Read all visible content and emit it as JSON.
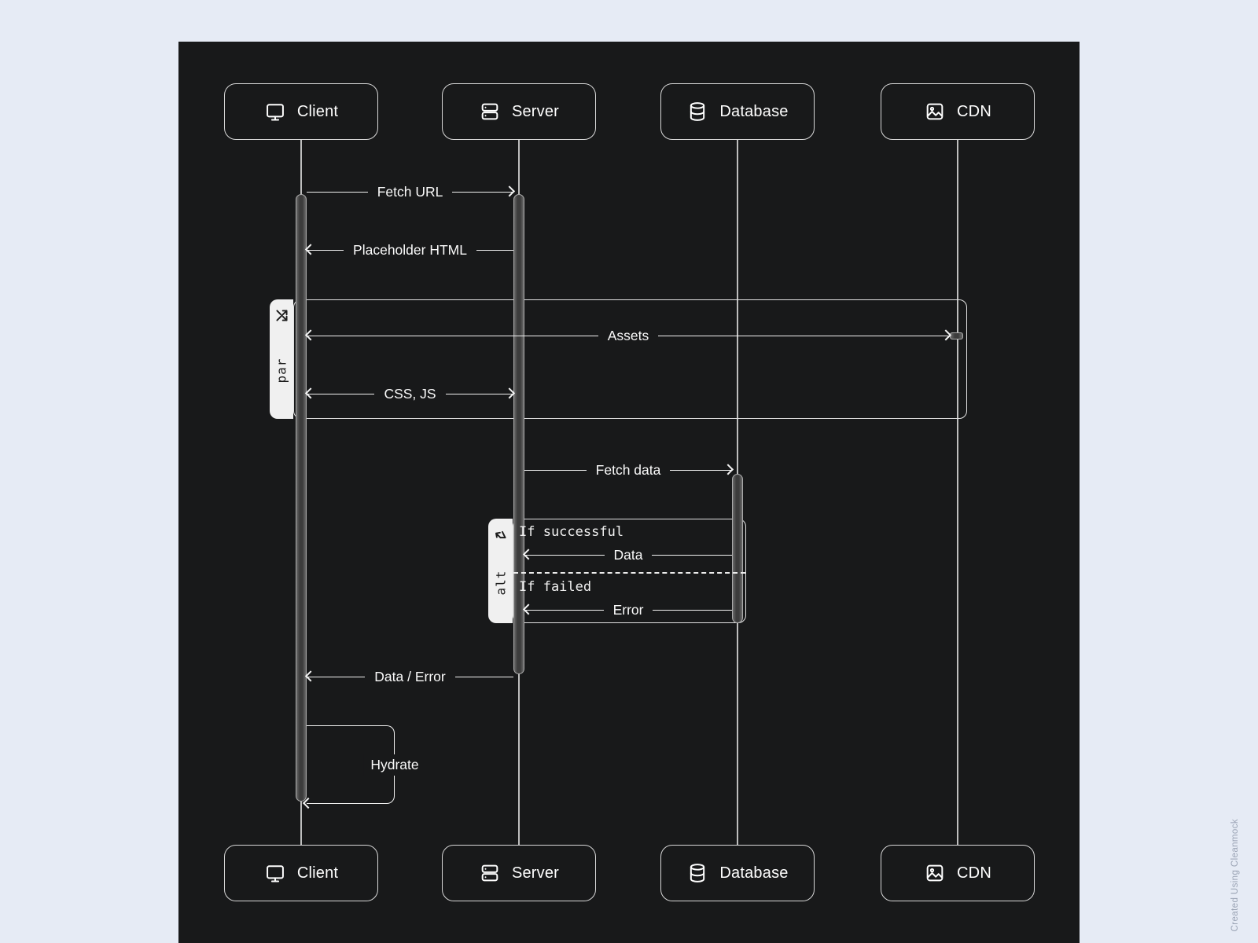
{
  "diagram_type": "sequence-diagram",
  "colors": {
    "page_bg": "#e6ebf5",
    "canvas_bg": "#18191a",
    "line": "#f2f2f2",
    "frame_tab_bg": "#f0f0f0",
    "activation_fill": "#3c3c3c",
    "watermark_text": "#9aa3b4"
  },
  "actors": [
    {
      "label": "Client",
      "icon": "monitor-icon"
    },
    {
      "label": "Server",
      "icon": "server-icon"
    },
    {
      "label": "Database",
      "icon": "database-icon"
    },
    {
      "label": "CDN",
      "icon": "image-icon"
    }
  ],
  "messages": {
    "fetch_url": {
      "label": "Fetch URL",
      "from": "Client",
      "to": "Server",
      "direction": "right"
    },
    "placeholder_html": {
      "label": "Placeholder HTML",
      "from": "Server",
      "to": "Client",
      "direction": "left"
    },
    "assets": {
      "label": "Assets",
      "from": "Client",
      "to": "CDN",
      "direction": "both"
    },
    "css_js": {
      "label": "CSS, JS",
      "from": "Client",
      "to": "Server",
      "direction": "both"
    },
    "fetch_data": {
      "label": "Fetch data",
      "from": "Server",
      "to": "Database",
      "direction": "right"
    },
    "data": {
      "label": "Data",
      "from": "Database",
      "to": "Server",
      "direction": "left"
    },
    "error": {
      "label": "Error",
      "from": "Database",
      "to": "Server",
      "direction": "left"
    },
    "data_error": {
      "label": "Data / Error",
      "from": "Server",
      "to": "Client",
      "direction": "left"
    },
    "hydrate": {
      "label": "Hydrate",
      "from": "Client",
      "to": "Client",
      "direction": "self"
    }
  },
  "frames": {
    "par": {
      "label": "par"
    },
    "alt": {
      "label": "alt",
      "guard_success": "If successful",
      "guard_failed": "If failed"
    }
  },
  "watermark": "Created Using Cleanmock"
}
